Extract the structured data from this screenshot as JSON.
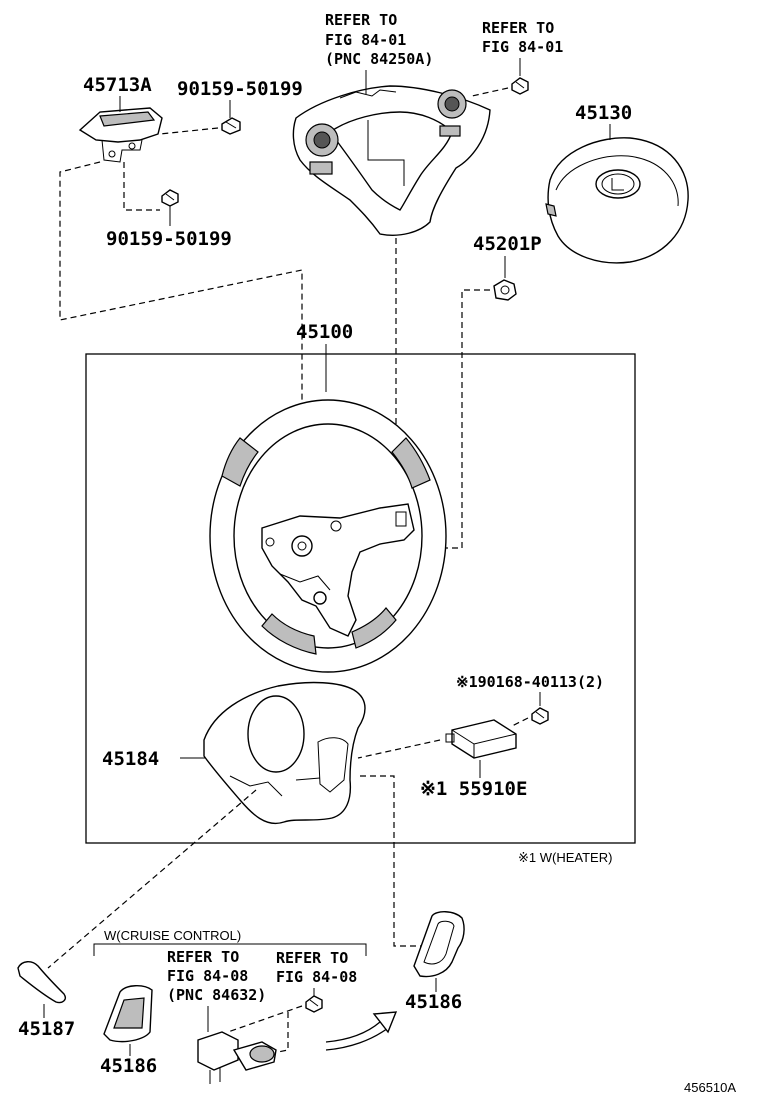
{
  "labels": {
    "p45713a": "45713A",
    "screw_a": "90159-50199",
    "screw_b": "90159-50199",
    "refer1_line1": "REFER TO",
    "refer1_line2": "FIG 84-01",
    "refer1_line3": "(PNC 84250A)",
    "refer2_line1": "REFER TO",
    "refer2_line2": "FIG 84-01",
    "p45130": "45130",
    "p45201p": "45201P",
    "p45100": "45100",
    "screw_c": "※190168-40113(2)",
    "p45184": "45184",
    "p55910e": "※1 55910E",
    "heater_note": "※1 W(HEATER)",
    "cruise_note": "W(CRUISE CONTROL)",
    "refer3_line1": "REFER TO",
    "refer3_line2": "FIG 84-08",
    "refer3_line3": "(PNC 84632)",
    "refer4_line1": "REFER TO",
    "refer4_line2": "FIG 84-08",
    "p45187": "45187",
    "p45186_left": "45186",
    "p45186_right": "45186",
    "diagram_code": "456510A"
  }
}
